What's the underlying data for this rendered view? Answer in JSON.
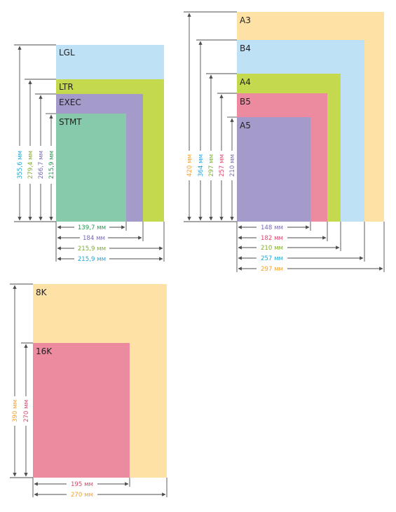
{
  "groups": [
    {
      "id": "us",
      "papers": [
        {
          "name": "LGL",
          "color": "#bfe1f6",
          "width_mm": 215.9,
          "height_mm": 355.6
        },
        {
          "name": "LTR",
          "color": "#c4d94e",
          "width_mm": 215.9,
          "height_mm": 279.4
        },
        {
          "name": "EXEC",
          "color": "#a49bcb",
          "width_mm": 184,
          "height_mm": 266.7
        },
        {
          "name": "STMT",
          "color": "#86c9ab",
          "width_mm": 139.7,
          "height_mm": 215.9
        }
      ],
      "height_labels": [
        {
          "text": "355,6 мм",
          "color": "#1fa9d6"
        },
        {
          "text": "279,4 мм",
          "color": "#7fae2c"
        },
        {
          "text": "266,7 мм",
          "color": "#7a6ab0"
        },
        {
          "text": "215,9 мм",
          "color": "#1e9a4f"
        }
      ],
      "width_labels": [
        {
          "text": "139,7 мм",
          "color": "#1e9a4f"
        },
        {
          "text": "184 мм",
          "color": "#7a6ab0"
        },
        {
          "text": "215,9 мм",
          "color": "#7fae2c"
        },
        {
          "text": "215,9 мм",
          "color": "#1fa9d6"
        }
      ]
    },
    {
      "id": "iso",
      "papers": [
        {
          "name": "A3",
          "color": "#fde1a5",
          "width_mm": 297,
          "height_mm": 420
        },
        {
          "name": "B4",
          "color": "#bfe1f6",
          "width_mm": 257,
          "height_mm": 364
        },
        {
          "name": "A4",
          "color": "#c4d94e",
          "width_mm": 210,
          "height_mm": 297
        },
        {
          "name": "B5",
          "color": "#ec8aa0",
          "width_mm": 182,
          "height_mm": 257
        },
        {
          "name": "A5",
          "color": "#a49bcb",
          "width_mm": 148,
          "height_mm": 210
        }
      ],
      "height_labels": [
        {
          "text": "420 мм",
          "color": "#f5a12b"
        },
        {
          "text": "364 мм",
          "color": "#1fa9d6"
        },
        {
          "text": "297 мм",
          "color": "#7fae2c"
        },
        {
          "text": "257 мм",
          "color": "#e0446b"
        },
        {
          "text": "210 мм",
          "color": "#7a6ab0"
        }
      ],
      "width_labels": [
        {
          "text": "148 мм",
          "color": "#7a6ab0"
        },
        {
          "text": "182 мм",
          "color": "#e0446b"
        },
        {
          "text": "210 мм",
          "color": "#7fae2c"
        },
        {
          "text": "257 мм",
          "color": "#1fa9d6"
        },
        {
          "text": "297 мм",
          "color": "#f5a12b"
        }
      ]
    },
    {
      "id": "k",
      "papers": [
        {
          "name": "8K",
          "color": "#fde1a5",
          "width_mm": 270,
          "height_mm": 390
        },
        {
          "name": "16K",
          "color": "#ec8aa0",
          "width_mm": 195,
          "height_mm": 270
        }
      ],
      "height_labels": [
        {
          "text": "390 мм",
          "color": "#f5a12b"
        },
        {
          "text": "270 мм",
          "color": "#e0446b"
        }
      ],
      "width_labels": [
        {
          "text": "195 мм",
          "color": "#e0446b"
        },
        {
          "text": "270 мм",
          "color": "#f5a12b"
        }
      ]
    }
  ],
  "colors": {
    "dimension_line": "#4d4d4f",
    "label_text": "#231f20"
  }
}
